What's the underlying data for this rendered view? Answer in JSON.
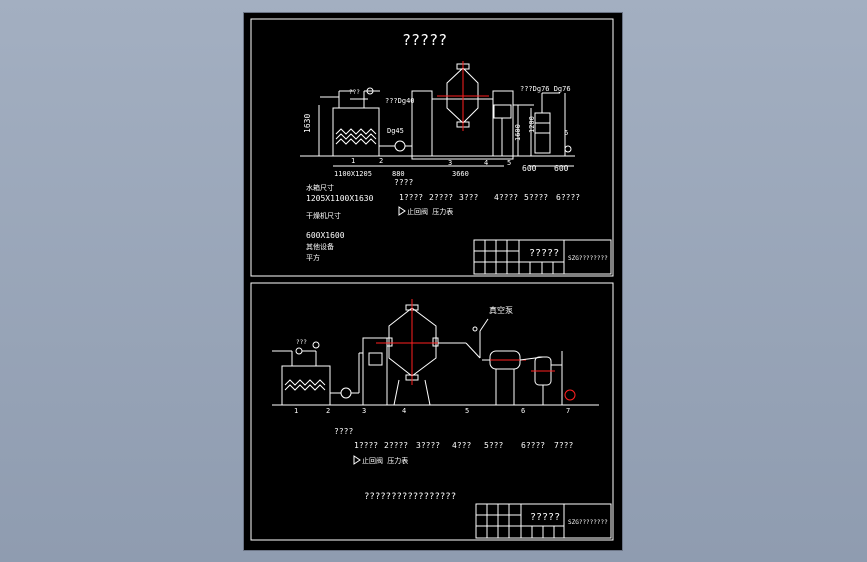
{
  "drawing_1": {
    "title": "?????",
    "dims": {
      "tank_w_d": "1100X1205",
      "dim_880": "880",
      "dim_3660": "3660",
      "dim_600_a": "600",
      "dim_600_b": "600",
      "height_1630": "1630",
      "height_1600": "1600",
      "height_1200": "1200"
    },
    "pipe_labels": {
      "dg40": "???Dg40",
      "dg45": "Dg45",
      "dg76": "???Dg76 Dg76",
      "small": "???"
    },
    "item_numbers": [
      "1",
      "2",
      "3",
      "4",
      "5",
      "6"
    ],
    "notes": {
      "tank_label": "水箱尺寸",
      "tank_size": "1205X1100X1630",
      "dryer_label": "干燥机尺寸",
      "dryer_size": "600X1600",
      "device_label": "其他设备",
      "floor_label": "平方"
    },
    "legend_title": "????",
    "legend_items": [
      "1????",
      "2????",
      "3???",
      "4????",
      "5????",
      "6????"
    ],
    "symbols": "止回阀  压力表",
    "title_block": {
      "name": "?????",
      "code": "SZG????????"
    }
  },
  "drawing_2": {
    "pipe_label": "真空泵",
    "small_label": "???",
    "item_numbers": [
      "1",
      "2",
      "3",
      "4",
      "5",
      "6",
      "7"
    ],
    "legend_title": "????",
    "legend_items": [
      "1????",
      "2????",
      "3????",
      "4???",
      "5???",
      "6????",
      "7???"
    ],
    "symbols": "止回阀  压力表",
    "footer_note": "?????????????????",
    "title_block": {
      "name": "?????",
      "code": "SZG????????"
    }
  },
  "colors": {
    "background": "#98a4b7",
    "sheet": "#000000",
    "line": "#ffffff",
    "centerline": "#ff2020"
  }
}
